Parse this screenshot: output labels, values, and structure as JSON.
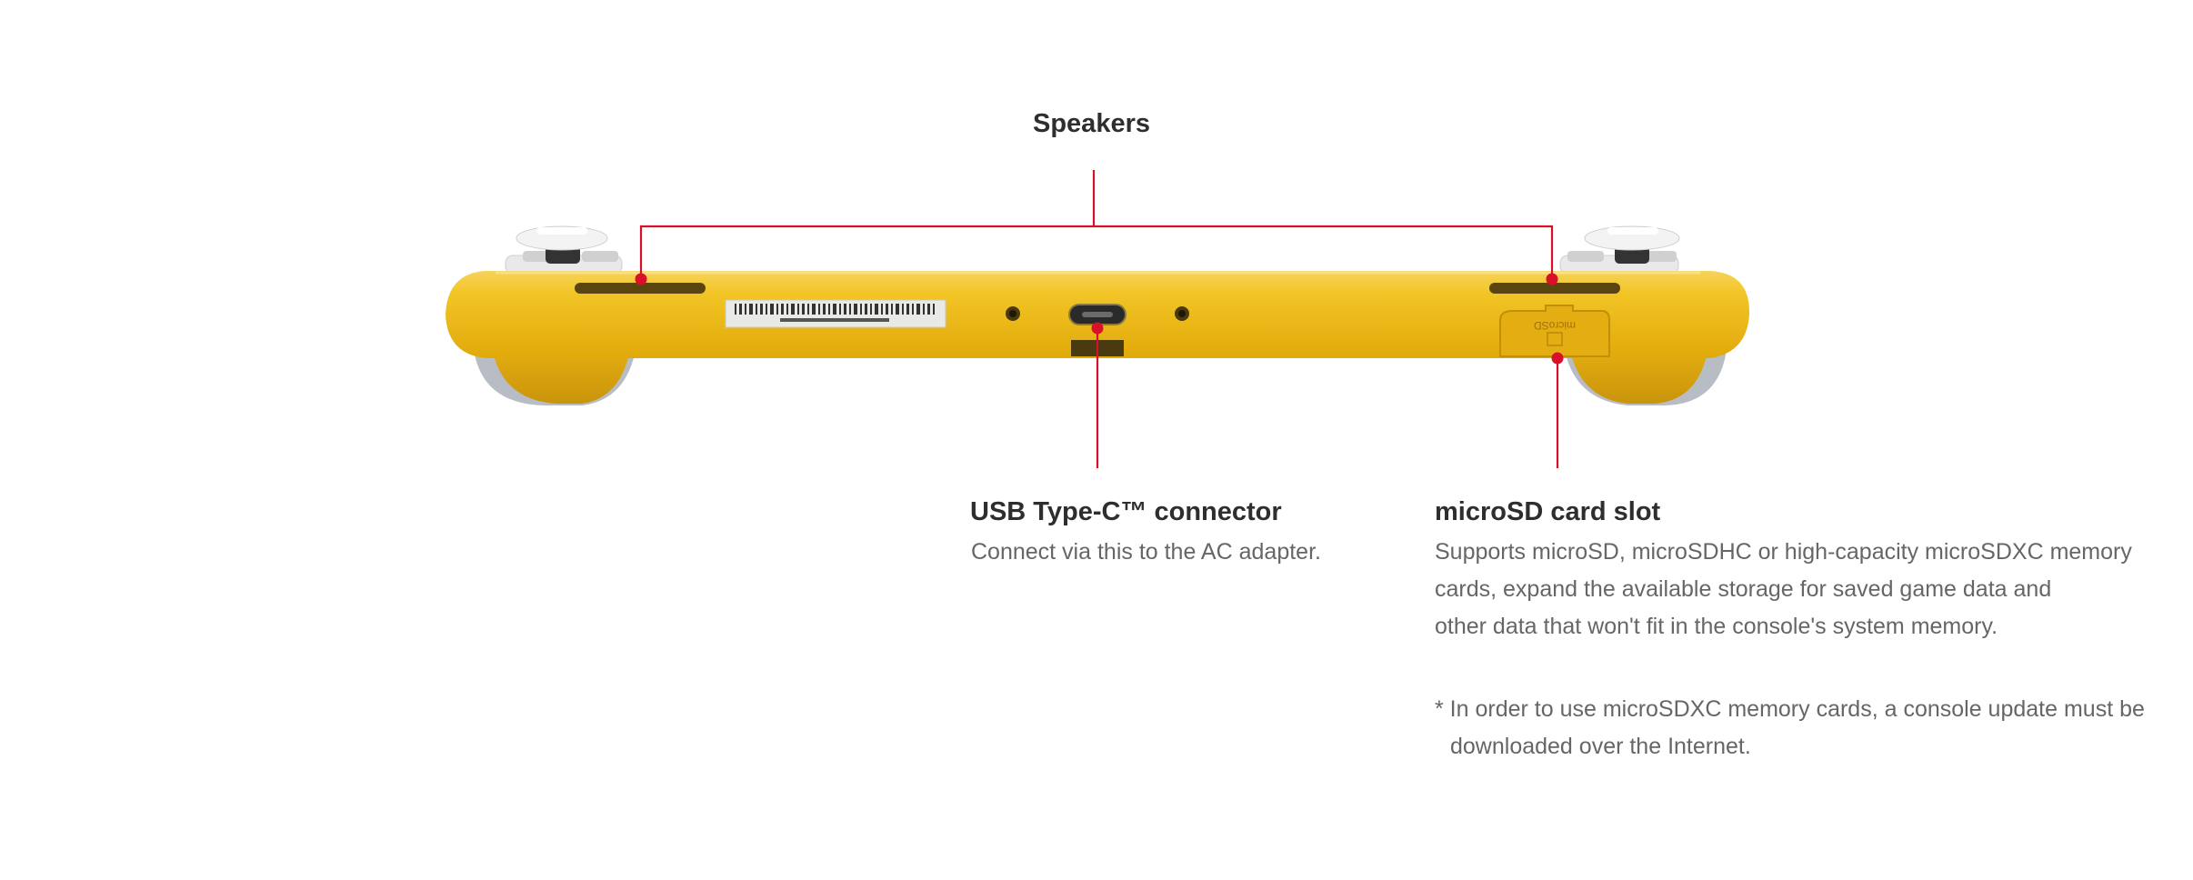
{
  "callouts": {
    "speakers": {
      "title": "Speakers"
    },
    "usb": {
      "title": "USB Type-C™ connector",
      "description": "Connect via this to the AC adapter."
    },
    "microsd": {
      "title": "microSD card slot",
      "description_lines": [
        "Supports microSD, microSDHC or high-capacity microSDXC memory",
        "cards, expand the available storage for saved game data and",
        "other data that won't fit in the console's system memory."
      ],
      "note_lines": [
        "* In order to use microSDXC memory cards, a console update must be",
        "downloaded over the Internet."
      ]
    }
  },
  "device": {
    "slot_lid_label": "microSD",
    "body_color": "#f0be1c",
    "accent_color": "#d8102a"
  }
}
